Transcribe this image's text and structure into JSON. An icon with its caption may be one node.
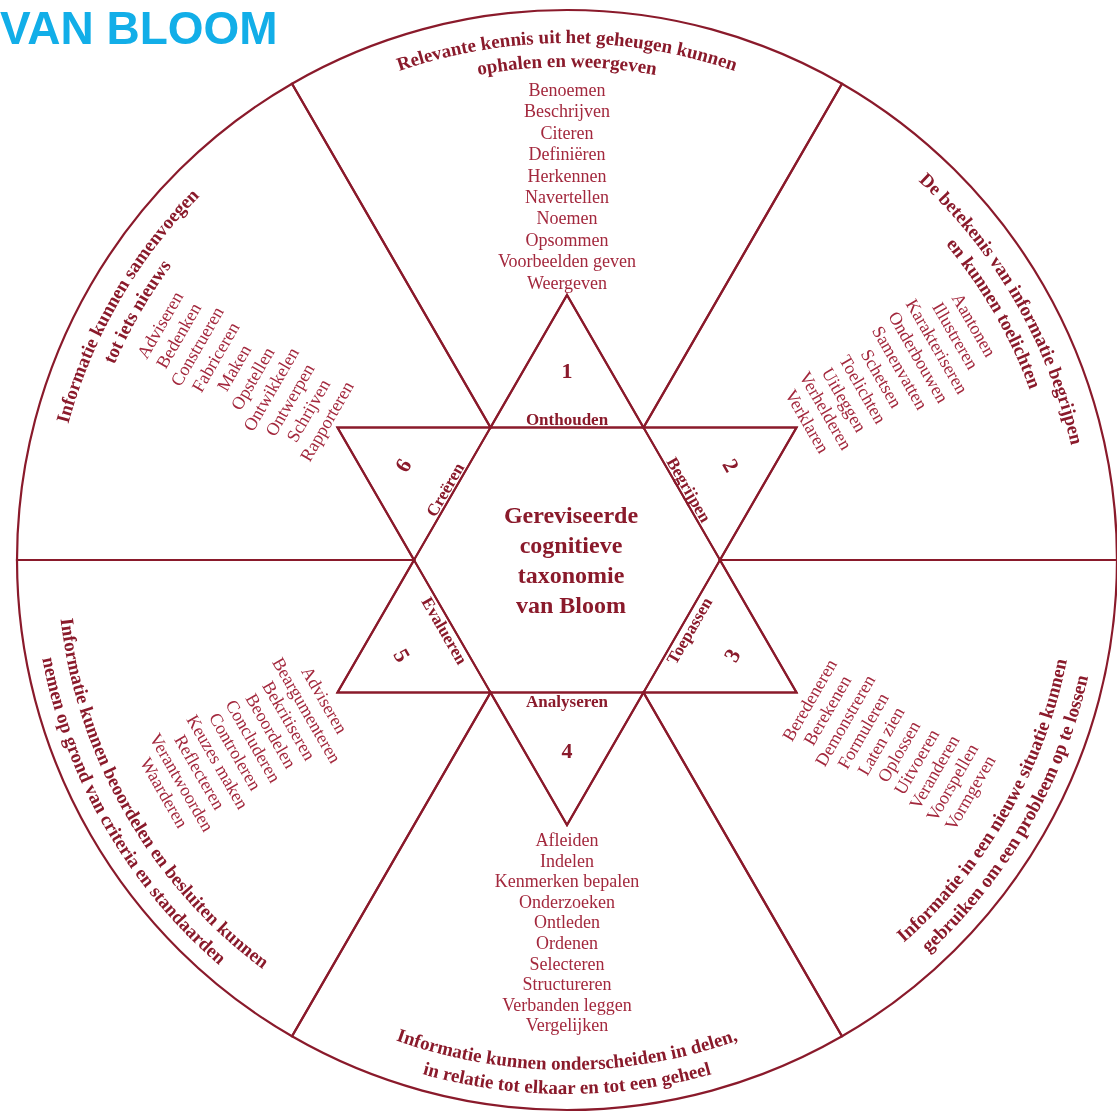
{
  "diagram": {
    "title": "VAN BLOOM",
    "nodes": [
      {
        "text": [
          "Relevante kennis uit het geheugen kunnen ophalen en weergeven",
          "Benoemen",
          "Beschrijven",
          "Citeren",
          "Definiëren",
          "Herkennen",
          "Navertellen",
          "Noemen",
          "Opsommen",
          "Voorbeelden geven",
          "Weergeven"
        ]
      },
      {
        "text": [
          "De betekenis van informatie begrijpen en kunnen toelichten",
          "Aantonen",
          "Illustreren",
          "Karakteriseren",
          "Onderbouwen",
          "Samenvatten",
          "Schetsen",
          "Toelichten",
          "Uitleggen",
          "Verhelderen",
          "Verklaren"
        ]
      },
      {
        "text": [
          "Beredeneren",
          "Berekenen",
          "Demonstreren",
          "Formuleren",
          "Laten zien",
          "Oplossen",
          "Uitvoeren",
          "Veranderen",
          "Voorspellen",
          "Vormgeven",
          "Informatie in een nieuwe situatie kunnen gebruiken om een probleem op te lossen"
        ]
      },
      {
        "text": [
          "Afleiden",
          "Indelen",
          "Kenmerken bepalen",
          "Onderzoeken",
          "Ontleden",
          "Ordenen",
          "Selecteren",
          "Structureren",
          "Verbanden leggen",
          "Vergelijken",
          "Informatie kunnen onderscheiden in delen, in relatie tot elkaar en tot een geheel"
        ]
      },
      {
        "text": [
          "Adviseren",
          "Beargumenteren",
          "Bekritiseren",
          "Beoordelen",
          "Concluderen",
          "Controleren",
          "Keuzes maken",
          "Reflecteren",
          "Verantwoorden",
          "Waarderen",
          "Informatie kunnen beoordelen en besluiten kunnen nemen op grond van criteria en standaarden"
        ]
      },
      {
        "text": [
          "Informatie kunnen samenvoegen tot iets nieuws",
          "Adviseren",
          "Bedenken",
          "Construeren",
          "Fabriceren",
          "Maken",
          "Opstellen",
          "Ontwikkelen",
          "Ontwerpen",
          "Schrijven",
          "Rapporteren"
        ]
      },
      {
        "text": [
          "1",
          "Onthouden"
        ]
      },
      {
        "text": [
          "2",
          "Begrijpen"
        ]
      },
      {
        "text": [
          "Toepassen",
          "3"
        ]
      },
      {
        "text": [
          "Analyseren",
          "4"
        ]
      },
      {
        "text": [
          "Evalueren",
          "5"
        ]
      },
      {
        "text": [
          "6",
          "Creëren"
        ]
      },
      {
        "text": [
          "Gereviseerde cognitieve taxonomie van Bloom"
        ]
      }
    ],
    "edges": []
  }
}
